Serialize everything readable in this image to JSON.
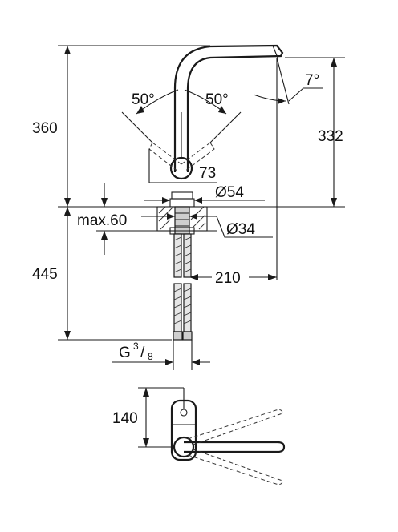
{
  "dimensions": {
    "height_total": "360",
    "height_outlet": "332",
    "below_deck": "445",
    "spout_tilt": "7°",
    "swivel_left": "50°",
    "swivel_right": "50°",
    "body_height": "73",
    "base_diameter": "Ø54",
    "hole_diameter": "Ø34",
    "deck_thickness": "max.60",
    "reach": "210",
    "thread_G": "G",
    "thread_num": "3",
    "thread_den": "8",
    "top_view_depth": "140"
  }
}
